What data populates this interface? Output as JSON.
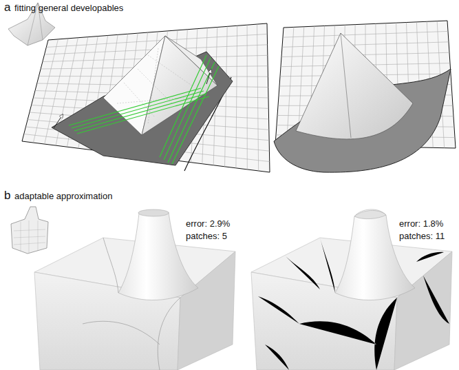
{
  "diagram": {
    "labels": [
      "a",
      "fitting general developables",
      "b",
      "adaptable approximation",
      "error: 2.9%",
      "patches: 5",
      "error: 1.8%",
      "patches: 11"
    ]
  }
}
